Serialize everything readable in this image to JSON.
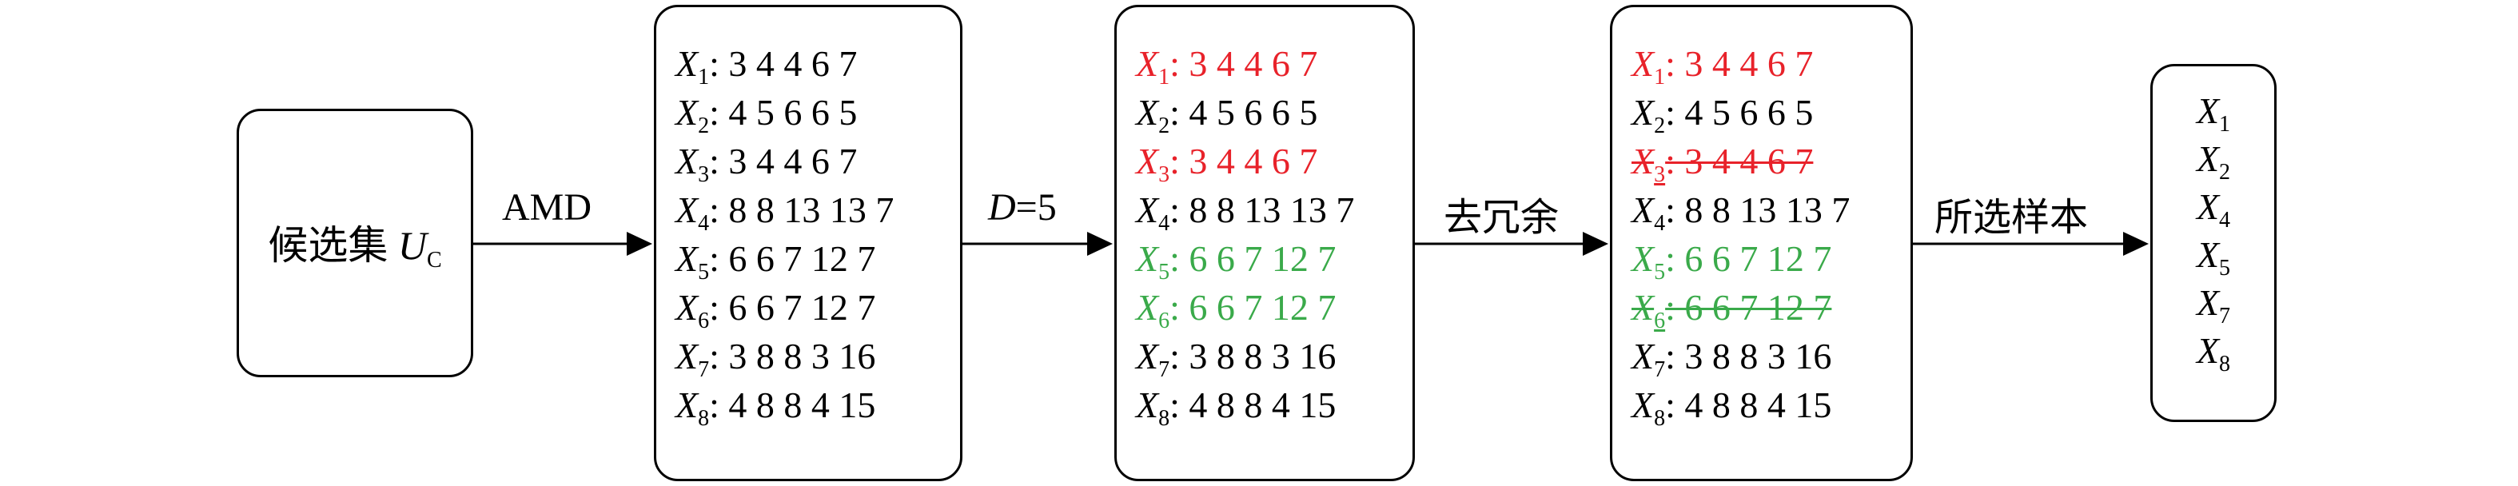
{
  "candidate": {
    "prefix": "候选集 ",
    "symbol": "U",
    "subscript": "C"
  },
  "edges": {
    "e1": "AMD",
    "e2_var": "D",
    "e2_rest": "=5",
    "e3": "去冗余",
    "e4": "所选样本"
  },
  "colors": {
    "red": "#e8222a",
    "green": "#3aaa4a",
    "black": "#000000"
  },
  "stage1": [
    {
      "var": "X",
      "sub": "1",
      "values": ": 3 4 4 6 7",
      "color": "black"
    },
    {
      "var": "X",
      "sub": "2",
      "values": ": 4 5 6 6 5",
      "color": "black"
    },
    {
      "var": "X",
      "sub": "3",
      "values": ": 3 4 4 6 7",
      "color": "black"
    },
    {
      "var": "X",
      "sub": "4",
      "values": ": 8 8 13 13 7",
      "color": "black"
    },
    {
      "var": "X",
      "sub": "5",
      "values": ": 6 6 7 12 7",
      "color": "black"
    },
    {
      "var": "X",
      "sub": "6",
      "values": ": 6 6 7 12 7",
      "color": "black"
    },
    {
      "var": "X",
      "sub": "7",
      "values": ": 3 8 8 3 16",
      "color": "black"
    },
    {
      "var": "X",
      "sub": "8",
      "values": ": 4 8 8 4 15",
      "color": "black"
    }
  ],
  "stage2": [
    {
      "var": "X",
      "sub": "1",
      "values": ": 3 4 4 6 7",
      "color": "red"
    },
    {
      "var": "X",
      "sub": "2",
      "values": ": 4 5 6 6 5",
      "color": "black"
    },
    {
      "var": "X",
      "sub": "3",
      "values": ": 3 4 4 6 7",
      "color": "red"
    },
    {
      "var": "X",
      "sub": "4",
      "values": ": 8 8 13 13 7",
      "color": "black"
    },
    {
      "var": "X",
      "sub": "5",
      "values": ": 6 6 7 12 7",
      "color": "green"
    },
    {
      "var": "X",
      "sub": "6",
      "values": ": 6 6 7 12 7",
      "color": "green"
    },
    {
      "var": "X",
      "sub": "7",
      "values": ": 3 8 8 3 16",
      "color": "black"
    },
    {
      "var": "X",
      "sub": "8",
      "values": ": 4 8 8 4 15",
      "color": "black"
    }
  ],
  "stage3": [
    {
      "var": "X",
      "sub": "1",
      "values": ": 3 4 4 6 7",
      "color": "red",
      "struck": false
    },
    {
      "var": "X",
      "sub": "2",
      "values": ": 4 5 6 6 5",
      "color": "black",
      "struck": false
    },
    {
      "var": "X",
      "sub": "3",
      "values": ": 3 4 4 6 7",
      "color": "red",
      "struck": true
    },
    {
      "var": "X",
      "sub": "4",
      "values": ": 8 8 13 13 7",
      "color": "black",
      "struck": false
    },
    {
      "var": "X",
      "sub": "5",
      "values": ": 6 6 7 12 7",
      "color": "green",
      "struck": false
    },
    {
      "var": "X",
      "sub": "6",
      "values": ": 6 6 7 12 7",
      "color": "green",
      "struck": true
    },
    {
      "var": "X",
      "sub": "7",
      "values": ": 3 8 8 3 16",
      "color": "black",
      "struck": false
    },
    {
      "var": "X",
      "sub": "8",
      "values": ": 4 8 8 4 15",
      "color": "black",
      "struck": false
    }
  ],
  "selected": [
    {
      "var": "X",
      "sub": "1"
    },
    {
      "var": "X",
      "sub": "2"
    },
    {
      "var": "X",
      "sub": "4"
    },
    {
      "var": "X",
      "sub": "5"
    },
    {
      "var": "X",
      "sub": "7"
    },
    {
      "var": "X",
      "sub": "8"
    }
  ]
}
